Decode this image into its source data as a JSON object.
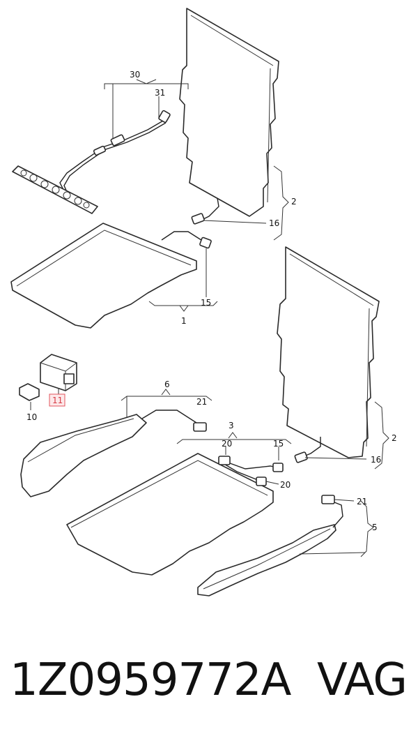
{
  "diagram": {
    "callouts": {
      "c30": "30",
      "c31": "31",
      "c2a": "2",
      "c16a": "16",
      "c15a": "15",
      "c1": "1",
      "c6": "6",
      "c21a": "21",
      "c11": "11",
      "c10": "10",
      "c3": "3",
      "c20a": "20",
      "c15b": "15",
      "c20b": "20",
      "c2b": "2",
      "c16b": "16",
      "c21b": "21",
      "c5": "5"
    },
    "highlighted_part": "11",
    "highlight_color": "#e2545c"
  },
  "footer": {
    "part_number": "1Z0959772A",
    "brand": "VAG"
  }
}
